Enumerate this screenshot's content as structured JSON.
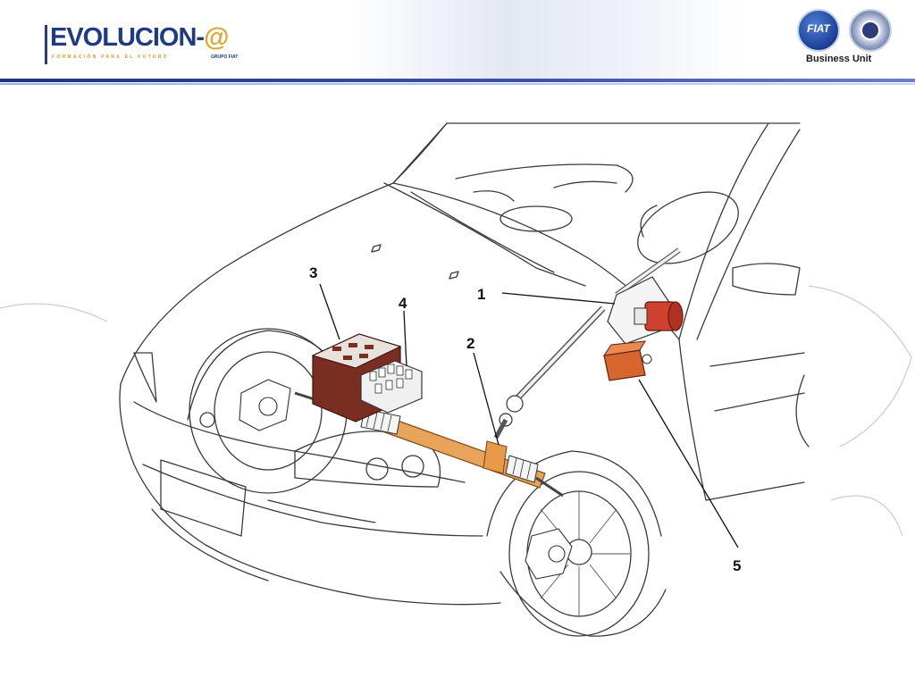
{
  "header": {
    "logo_main": "EVOLUCION-",
    "logo_at": "@",
    "logo_subtitle": "FORMACIÓN PARA EL FUTURO",
    "logo_group": "GRUPO FIAT",
    "badge_fiat": "FIAT",
    "business_unit": "Business Unit"
  },
  "diagram": {
    "callouts": [
      {
        "id": "1"
      },
      {
        "id": "2"
      },
      {
        "id": "3"
      },
      {
        "id": "4"
      },
      {
        "id": "5"
      }
    ]
  },
  "colors": {
    "header_blue": "#1e2f8c",
    "motor_red": "#d0402e",
    "rack_orange": "#e8a45a",
    "box_brown": "#7a2e22",
    "ecu_orange": "#d8642e"
  }
}
